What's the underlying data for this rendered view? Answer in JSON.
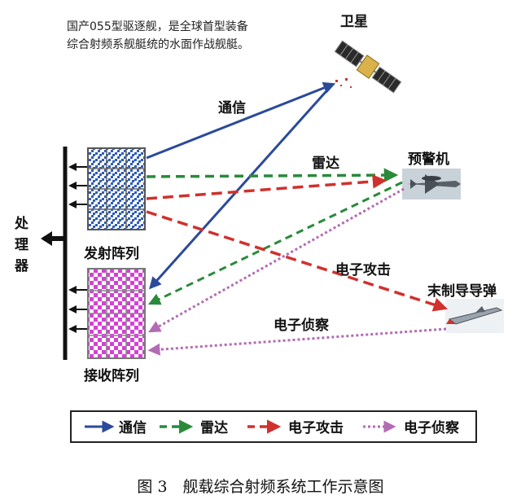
{
  "note": {
    "line1": "国产055型驱逐舰，是全球首型装备",
    "line2": "综合射频系舰艇统的水面作战舰艇。"
  },
  "labels": {
    "satellite": "卫星",
    "aew_aircraft": "预警机",
    "missile": "末制导导弹",
    "tx_array": "发射阵列",
    "rx_array": "接收阵列",
    "processor": "处\n理\n器"
  },
  "link_labels": {
    "comm": "通信",
    "radar": "雷达",
    "ecm_attack": "电子攻击",
    "esm_recon": "电子侦察"
  },
  "legend": {
    "items": [
      {
        "label": "通信",
        "color": "#2b4a9a",
        "style": "solid"
      },
      {
        "label": "雷达",
        "color": "#2a8a3a",
        "style": "dashed"
      },
      {
        "label": "电子攻击",
        "color": "#d0312d",
        "style": "dashed"
      },
      {
        "label": "电子侦察",
        "color": "#b36bb3",
        "style": "dotted"
      }
    ]
  },
  "caption": "图 3　舰载综合射频系统工作示意图",
  "colors": {
    "comm": "#2b4a9a",
    "radar": "#2a8a3a",
    "ecm": "#d0312d",
    "esm": "#b36bb3",
    "tx_array": "#2e5cb8",
    "rx_array": "#d63fd6"
  }
}
